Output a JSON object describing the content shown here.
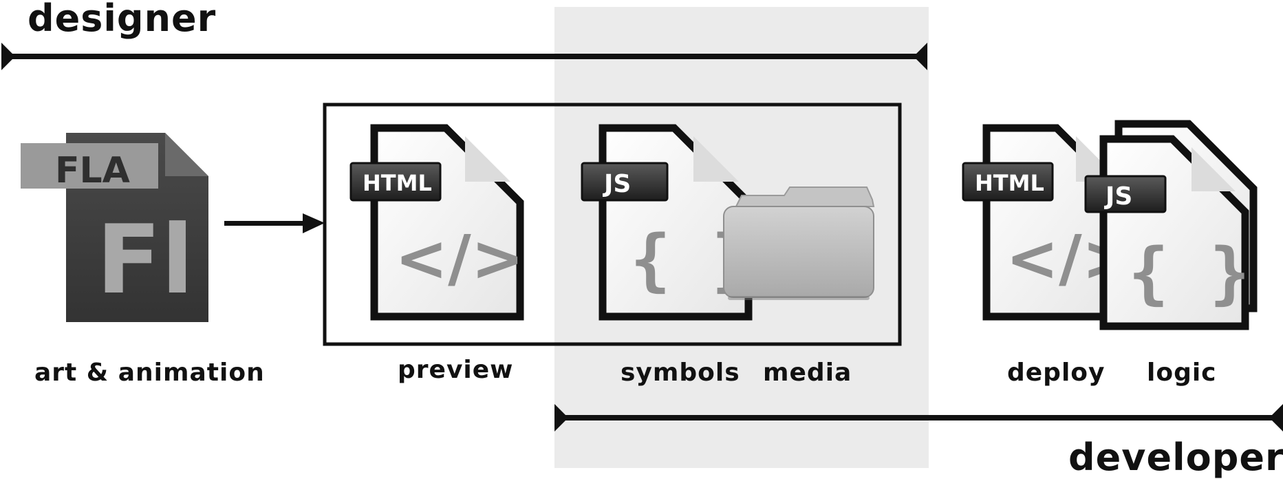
{
  "roles": {
    "designer": "designer",
    "developer": "developer"
  },
  "labels": {
    "art_animation": "art & animation",
    "preview": "preview",
    "symbols": "symbols",
    "media": "media",
    "deploy": "deploy",
    "logic": "logic"
  },
  "badges": {
    "fla": "FLA",
    "fl": "Fl",
    "html": "HTML",
    "js": "JS",
    "html_glyph": "</>",
    "js_glyph": "{ }"
  },
  "colors": {
    "ink": "#111111",
    "overlap_shade": "#ebebeb",
    "fla_dark": "#3a3a3a",
    "fla_tab": "#9a9a9a",
    "badge_dark": "#2b2b2b",
    "page_fill": "#f4f4f4",
    "glyph_gray": "#8f8f8f",
    "folder_gray": "#bdbdbd"
  },
  "icons": {
    "source": "fla-file-icon",
    "html_file": "html-file-icon",
    "js_file": "js-file-icon",
    "media": "folder-icon",
    "flow": "arrow-right-icon"
  }
}
